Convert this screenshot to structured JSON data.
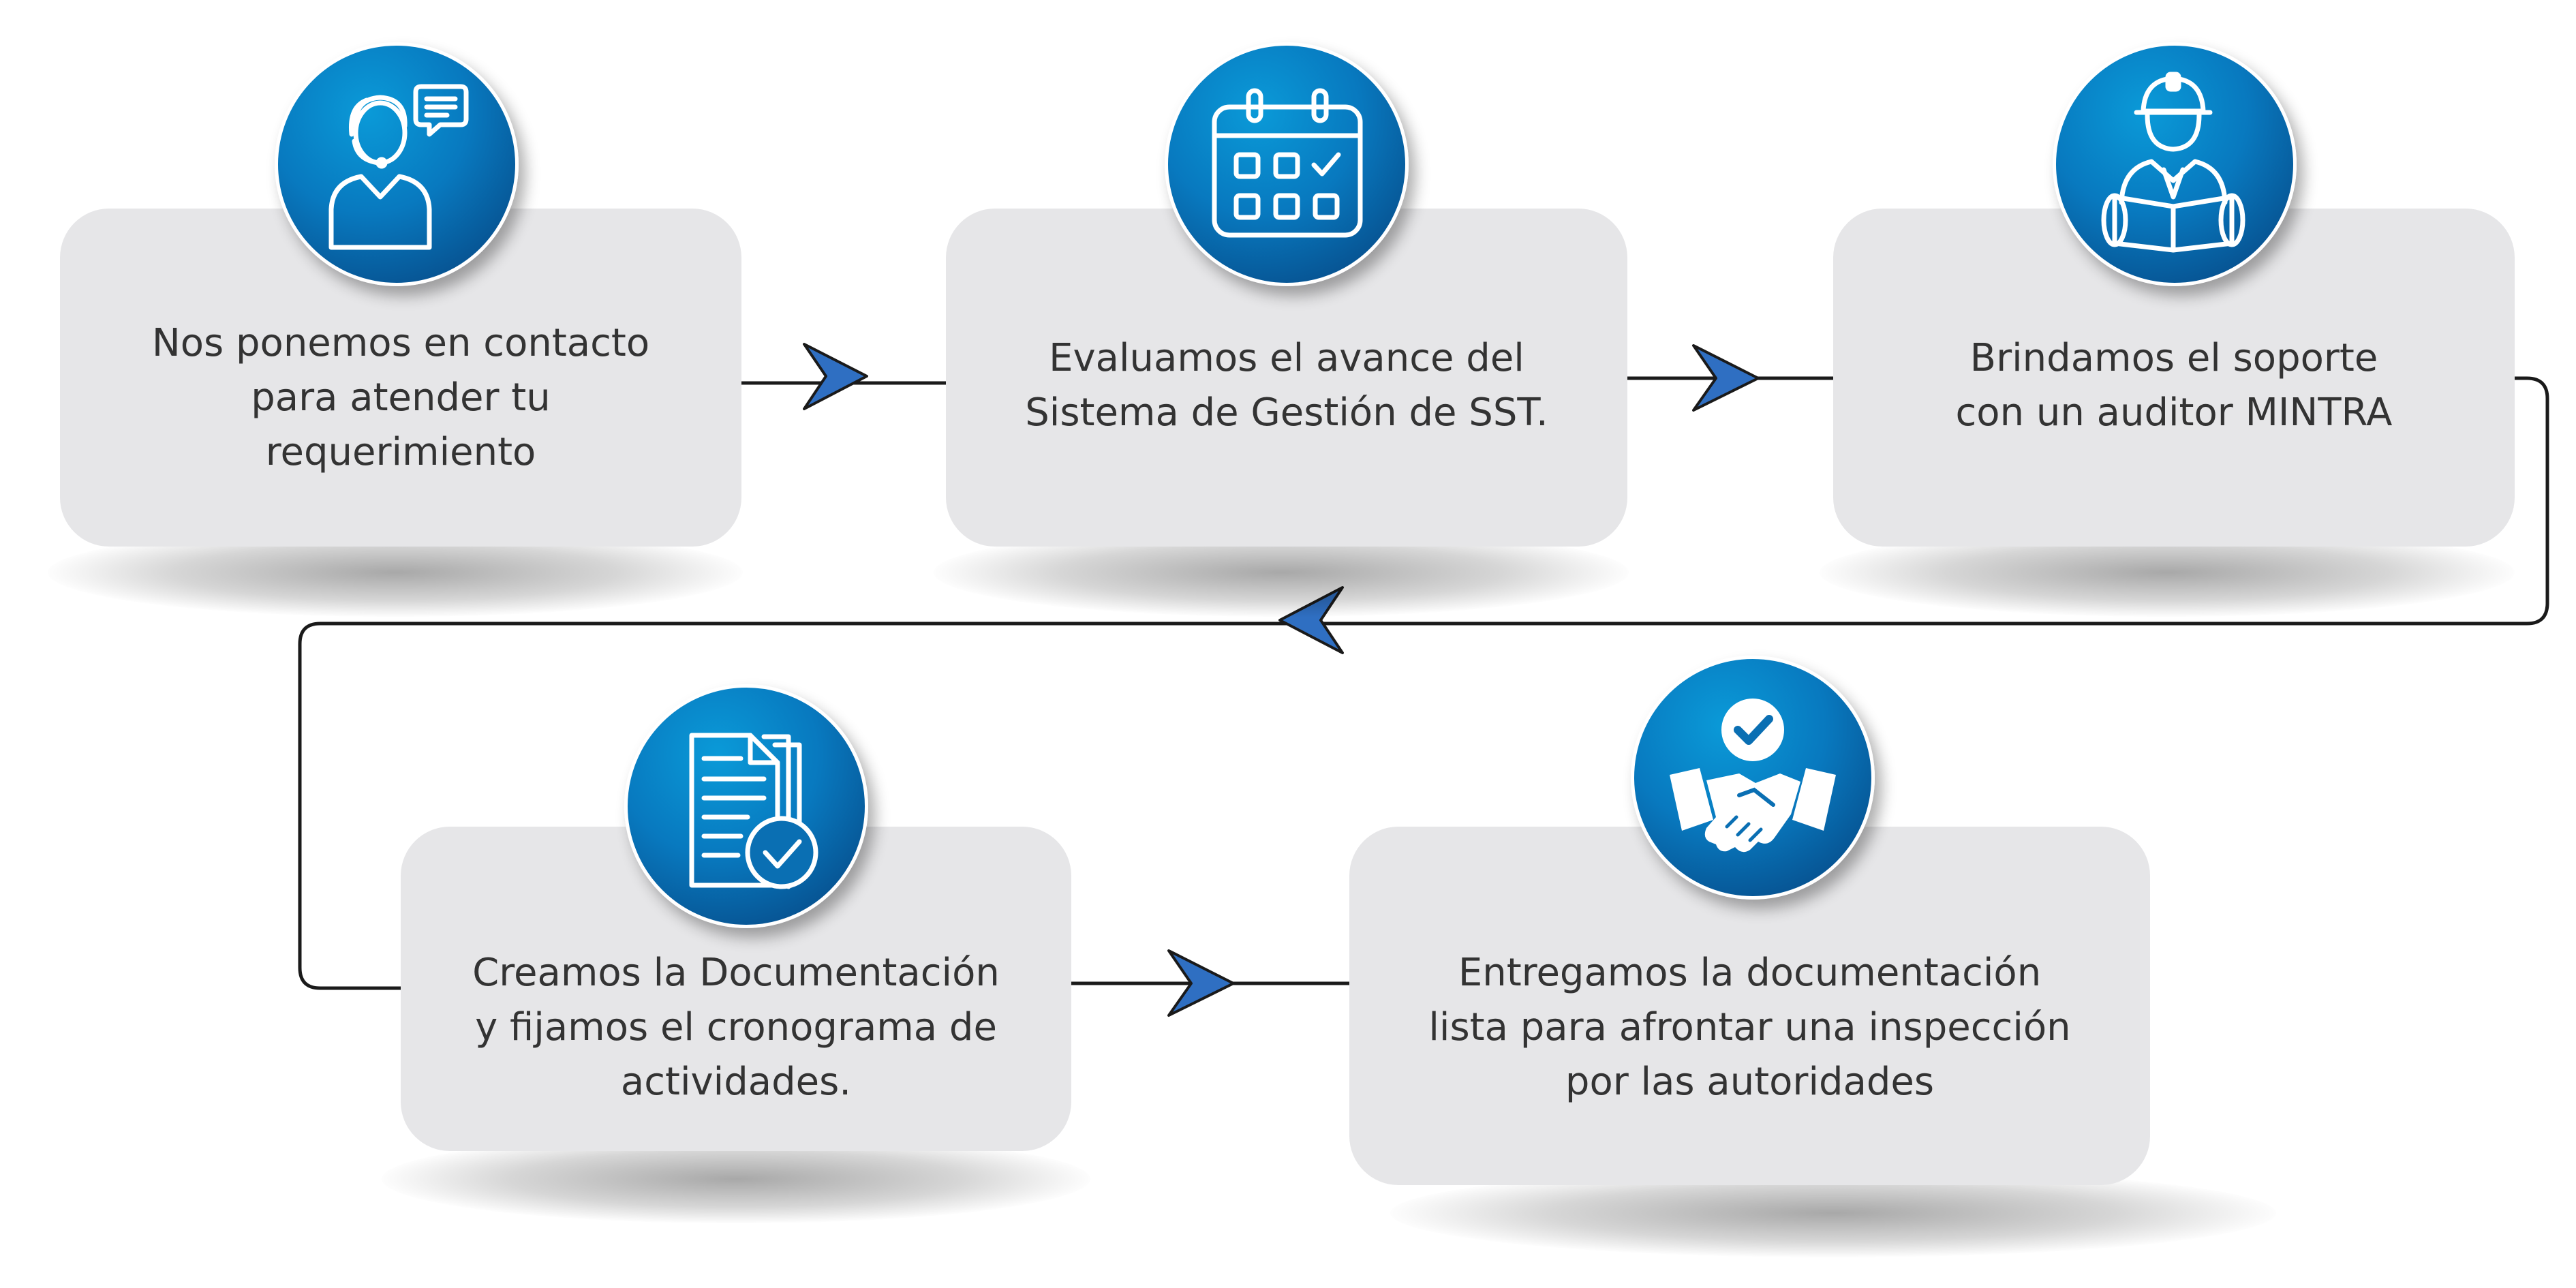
{
  "steps": [
    {
      "text": "Nos ponemos en contacto\npara atender tu\nrequerimiento",
      "icon": "customer-support-icon"
    },
    {
      "text": "Evaluamos el avance del\nSistema de Gestión de SST.",
      "icon": "calendar-icon"
    },
    {
      "text": "Brindamos el soporte\ncon un auditor MINTRA",
      "icon": "engineer-icon"
    },
    {
      "text": "Creamos la Documentación\ny fijamos el cronograma de\nactividades.",
      "icon": "documents-check-icon"
    },
    {
      "text": "Entregamos la documentación\nlista para afrontar una inspección\npor las autoridades",
      "icon": "handshake-check-icon"
    }
  ],
  "colors": {
    "card": "#e6e6e8",
    "icon_gradient_light": "#0a9ad8",
    "icon_gradient_dark": "#063f7a",
    "arrow_blue": "#2f6fc2",
    "line": "#1a1a1a",
    "text": "#333333"
  }
}
